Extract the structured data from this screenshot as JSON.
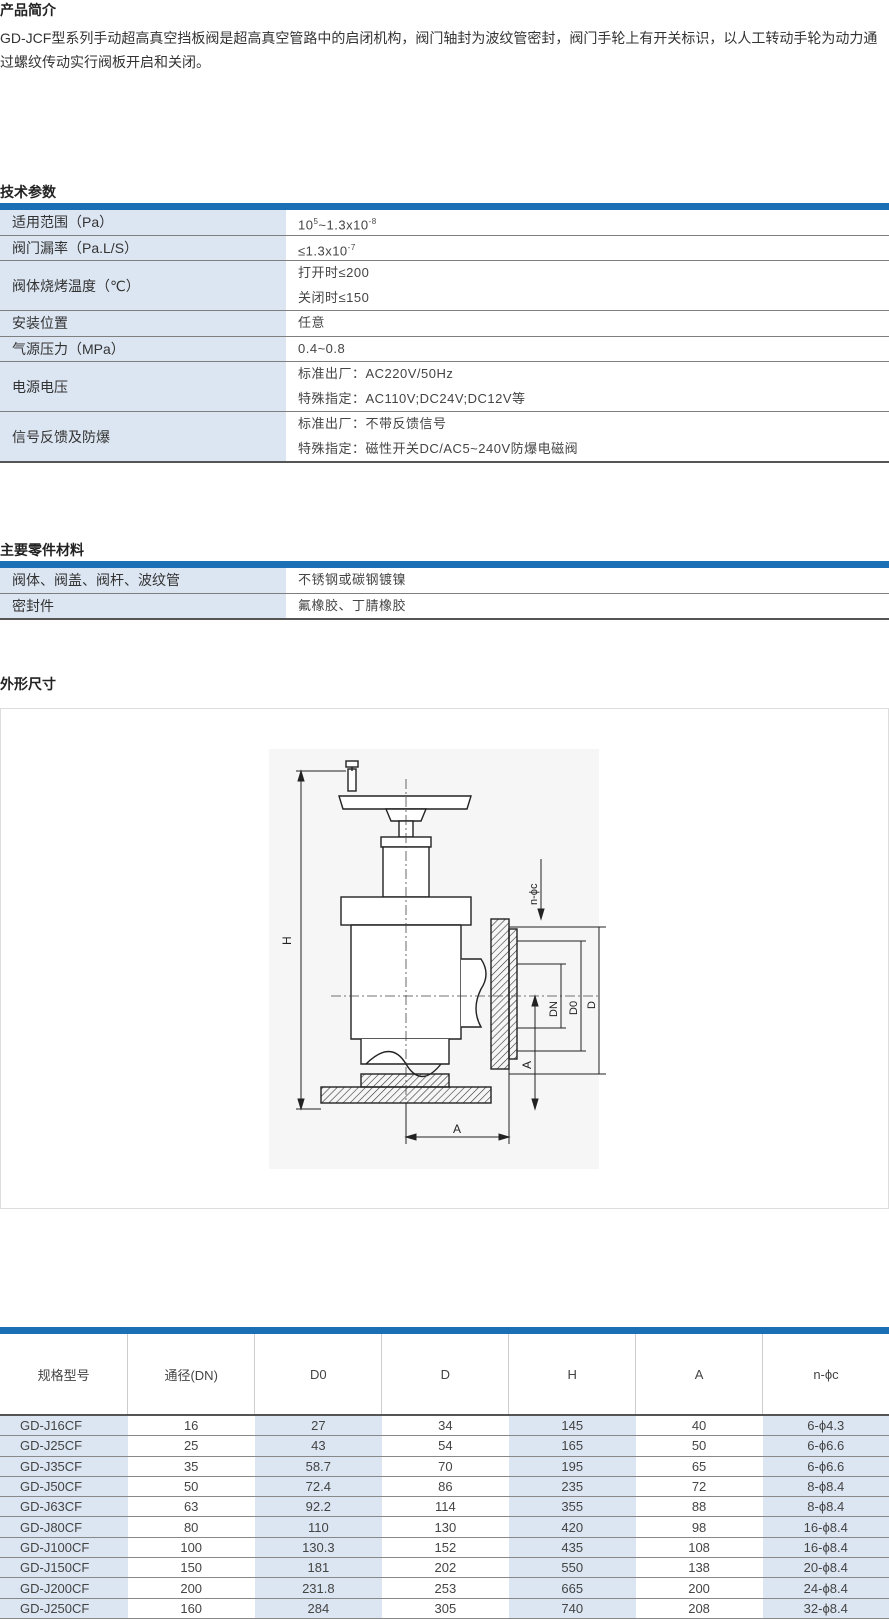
{
  "intro": {
    "title": "产品简介",
    "text": "GD-JCF型系列手动超高真空挡板阀是超高真空管路中的启闭机构，阀门轴封为波纹管密封，阀门手轮上有开关标识，以人工转动手轮为动力通过螺纹传动实行阀板开启和关闭。"
  },
  "tech": {
    "title": "技术参数",
    "rows": [
      {
        "label": "适用范围（Pa）",
        "v1_base": "10",
        "v1_sup": "5",
        "v1_mid": "~1.3x10",
        "v1_sup2": "-8"
      },
      {
        "label": "阀门漏率（Pa.L/S）",
        "v1_base": "≤1.3x10",
        "v1_sup": "-7"
      },
      {
        "label": "阀体烧烤温度（℃）",
        "v1": "打开时≤200",
        "v2": "关闭时≤150"
      },
      {
        "label": "安装位置",
        "v1": "任意"
      },
      {
        "label": "气源压力（MPa）",
        "v1": "0.4~0.8"
      },
      {
        "label": "电源电压",
        "v1": "标准出厂：AC220V/50Hz",
        "v2": "特殊指定：AC110V;DC24V;DC12V等"
      },
      {
        "label": "信号反馈及防爆",
        "v1": "标准出厂：不带反馈信号",
        "v2": "特殊指定：磁性开关DC/AC5~240V防爆电磁阀"
      }
    ]
  },
  "materials": {
    "title": "主要零件材料",
    "rows": [
      {
        "label": "阀体、阀盖、阀杆、波纹管",
        "value": "不锈钢或碳钢镀镍"
      },
      {
        "label": "密封件",
        "value": "氟橡胶、丁腈橡胶"
      }
    ]
  },
  "dimensions": {
    "title": "外形尺寸",
    "labels": {
      "H": "H",
      "A_bottom": "A",
      "A_side": "A",
      "DN": "DN",
      "D0": "D0",
      "D": "D",
      "nphic": "n-ϕc"
    }
  },
  "spec_table": {
    "headers": [
      "规格型号",
      "通径(DN)",
      "D0",
      "D",
      "H",
      "A",
      "n-ϕc"
    ],
    "rows": [
      [
        "GD-J16CF",
        "16",
        "27",
        "34",
        "145",
        "40",
        "6-ϕ4.3"
      ],
      [
        "GD-J25CF",
        "25",
        "43",
        "54",
        "165",
        "50",
        "6-ϕ6.6"
      ],
      [
        "GD-J35CF",
        "35",
        "58.7",
        "70",
        "195",
        "65",
        "6-ϕ6.6"
      ],
      [
        "GD-J50CF",
        "50",
        "72.4",
        "86",
        "235",
        "72",
        "8-ϕ8.4"
      ],
      [
        "GD-J63CF",
        "63",
        "92.2",
        "114",
        "355",
        "88",
        "8-ϕ8.4"
      ],
      [
        "GD-J80CF",
        "80",
        "110",
        "130",
        "420",
        "98",
        "16-ϕ8.4"
      ],
      [
        "GD-J100CF",
        "100",
        "130.3",
        "152",
        "435",
        "108",
        "16-ϕ8.4"
      ],
      [
        "GD-J150CF",
        "150",
        "181",
        "202",
        "550",
        "138",
        "20-ϕ8.4"
      ],
      [
        "GD-J200CF",
        "200",
        "231.8",
        "253",
        "665",
        "200",
        "24-ϕ8.4"
      ],
      [
        "GD-J250CF",
        "160",
        "284",
        "305",
        "740",
        "208",
        "32-ϕ8.4"
      ]
    ]
  }
}
